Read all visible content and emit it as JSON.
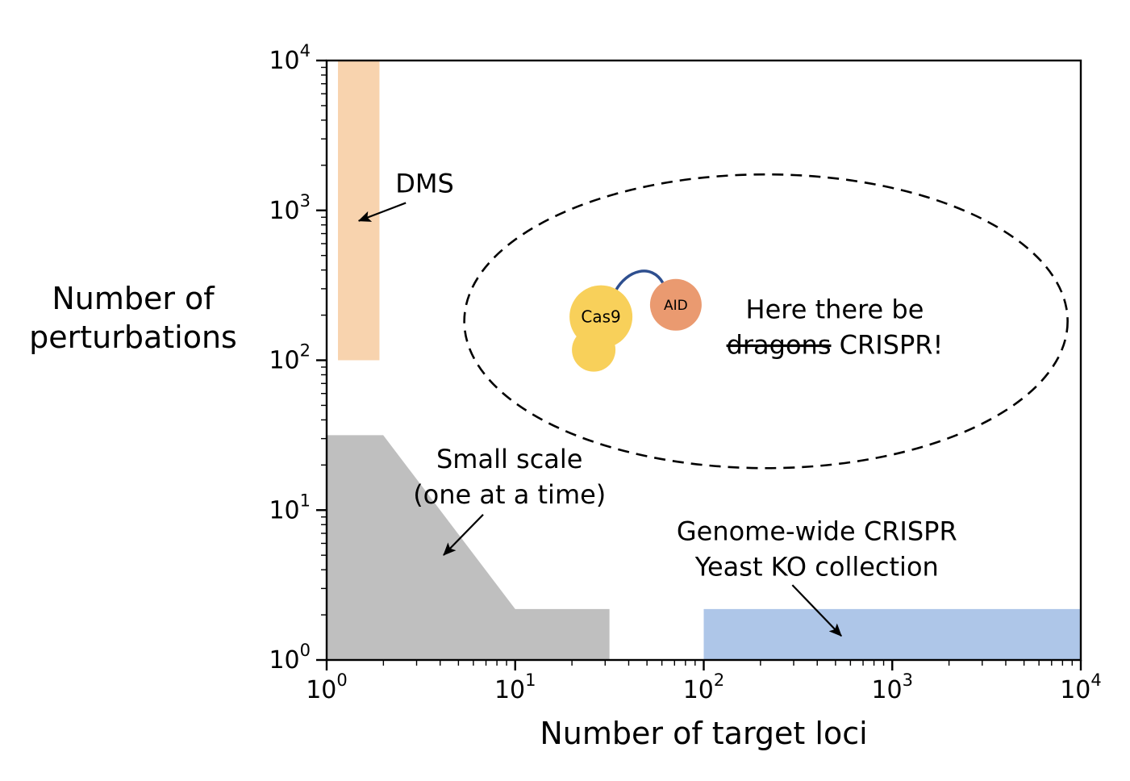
{
  "chart_data": {
    "type": "area",
    "title": "",
    "xlabel": "Number of target loci",
    "ylabel_lines": [
      "Number of",
      "perturbations"
    ],
    "xscale": "log",
    "yscale": "log",
    "xlim": [
      1,
      10000
    ],
    "ylim": [
      1,
      10000
    ],
    "tick_base": "10",
    "x_tick_exponents": [
      0,
      1,
      2,
      3,
      4
    ],
    "y_tick_exponents": [
      0,
      1,
      2,
      3,
      4
    ],
    "grid": false,
    "legend": false,
    "axis_color": "#000000",
    "background": "#ffffff",
    "regions": [
      {
        "id": "dms-region",
        "label": "DMS",
        "color": "#f8d3ae",
        "polygon_log10": [
          [
            0.06,
            2
          ],
          [
            0.28,
            2
          ],
          [
            0.28,
            4
          ],
          [
            0.06,
            4
          ]
        ]
      },
      {
        "id": "small-scale-region",
        "label": "Small scale (one at a time)",
        "color": "#bfbfbf",
        "polygon_log10": [
          [
            0,
            0
          ],
          [
            0,
            1.5
          ],
          [
            0.3,
            1.5
          ],
          [
            1.0,
            0.34
          ],
          [
            1.5,
            0.34
          ],
          [
            1.5,
            0
          ]
        ]
      },
      {
        "id": "genome-wide-region",
        "label": "Genome-wide CRISPR Yeast KO collection",
        "color": "#aec6e8",
        "polygon_log10": [
          [
            2,
            0
          ],
          [
            4,
            0
          ],
          [
            4,
            0.34
          ],
          [
            2,
            0.34
          ]
        ]
      }
    ],
    "ellipse": {
      "id": "dragons-ellipse",
      "center_log10": [
        2.33,
        2.26
      ],
      "radii_log10": [
        1.6,
        0.98
      ],
      "style": "dashed",
      "stroke": "#000000"
    },
    "annotations": [
      {
        "id": "dms-label",
        "lines": [
          "DMS"
        ],
        "strike_word": null,
        "text_log10": [
          0.52,
          3.12
        ],
        "arrow": {
          "from_log10": [
            0.42,
            3.05
          ],
          "to_log10": [
            0.17,
            2.93
          ]
        }
      },
      {
        "id": "small-scale-label",
        "lines": [
          "Small scale",
          "(one at a time)"
        ],
        "strike_word": null,
        "text_log10": [
          0.97,
          1.28
        ],
        "arrow": {
          "from_log10": [
            0.83,
            0.97
          ],
          "to_log10": [
            0.62,
            0.7
          ]
        }
      },
      {
        "id": "genome-wide-label",
        "lines": [
          "Genome-wide CRISPR",
          "Yeast KO collection"
        ],
        "strike_word": null,
        "text_log10": [
          2.6,
          0.8
        ],
        "arrow": {
          "from_log10": [
            2.47,
            0.5
          ],
          "to_log10": [
            2.73,
            0.16
          ]
        }
      },
      {
        "id": "dragons-label",
        "lines": [
          "Here there be",
          "dragons CRISPR!"
        ],
        "strike_word": "dragons",
        "text_log10": [
          2.695,
          2.28
        ],
        "arrow": null
      }
    ],
    "cartoon": {
      "cas9_label": "Cas9",
      "aid_label": "AID",
      "cas9_color": "#f8d05a",
      "aid_color": "#ea9a70",
      "linker_color": "#2e4f8f",
      "cas9_center_log10": [
        1.455,
        2.29
      ],
      "aid_center_log10": [
        1.852,
        2.37
      ]
    }
  }
}
